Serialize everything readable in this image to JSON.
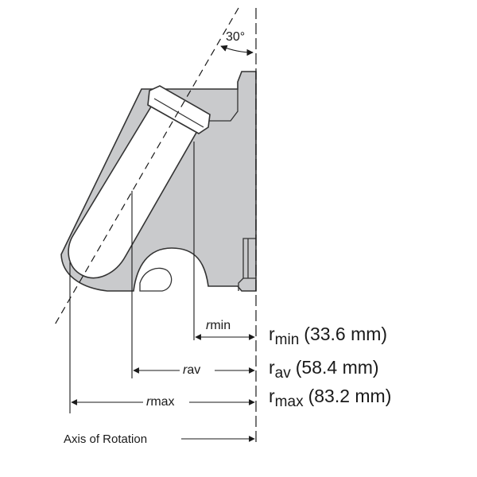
{
  "diagram": {
    "angle_label": "30°",
    "r_min": {
      "symbol": "r",
      "subscript": "min",
      "value": "(33.6 mm)"
    },
    "r_av": {
      "symbol": "r",
      "subscript": "av",
      "value": "(58.4 mm)"
    },
    "r_max": {
      "symbol": "r",
      "subscript": "max",
      "value": "(83.2 mm)"
    },
    "axis_label": "Axis of Rotation",
    "colors": {
      "rotor_fill": "#c9cacc",
      "outline": "#333333",
      "tube_fill": "#ffffff",
      "line": "#1a1a1a"
    }
  }
}
